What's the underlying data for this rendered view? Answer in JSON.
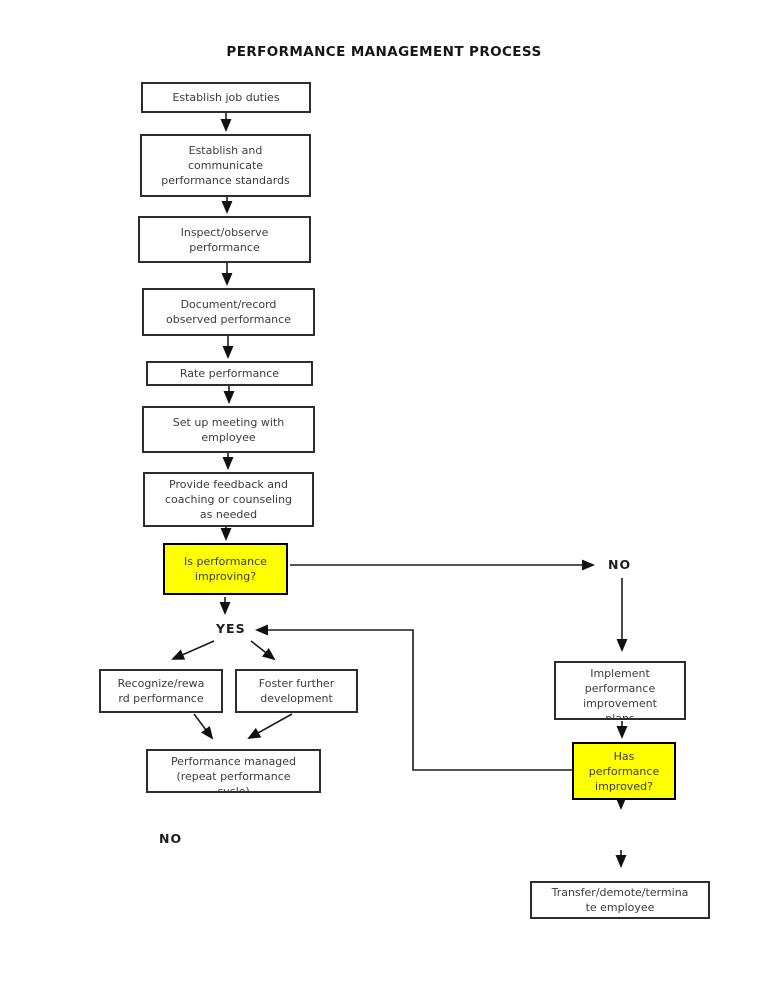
{
  "title": "PERFORMANCE MANAGEMENT PROCESS",
  "colors": {
    "decision_fill": "#ffff00",
    "process_fill": "#ffffff",
    "border": "#2d2d2d",
    "text": "#3c3c3c",
    "line": "#1c1c1c"
  },
  "labels": {
    "yes": "YES",
    "no_right": "NO",
    "no_bottom": "NO"
  },
  "nodes": {
    "establish_duties": {
      "label": "Establish job duties",
      "type": "process"
    },
    "establish_standards": {
      "label": "Establish and\ncommunicate\nperformance standards",
      "type": "process"
    },
    "inspect_observe": {
      "label": "Inspect/observe\nperformance",
      "type": "process"
    },
    "document_record": {
      "label": "Document/record\nobserved performance",
      "type": "process"
    },
    "rate_performance": {
      "label": "Rate performance",
      "type": "process"
    },
    "setup_meeting": {
      "label": "Set up meeting with\nemployee",
      "type": "process"
    },
    "provide_feedback": {
      "label": "Provide feedback and\ncoaching or counseling\nas needed",
      "type": "process"
    },
    "is_improving": {
      "label": "Is performance\nimproving?",
      "type": "decision"
    },
    "recognize_reward": {
      "label": "Recognize/rewa\nrd performance",
      "type": "process"
    },
    "foster_development": {
      "label": "Foster further\ndevelopment",
      "type": "process"
    },
    "performance_managed": {
      "label": "Performance managed\n(repeat performance\ncycle)",
      "type": "process"
    },
    "implement_plans": {
      "label": "Implement\nperformance\nimprovement\nplans",
      "type": "process"
    },
    "has_improved": {
      "label": "Has\nperformance\nimproved?",
      "type": "decision"
    },
    "transfer_demote": {
      "label": "Transfer/demote/termina\nte employee",
      "type": "process"
    }
  }
}
